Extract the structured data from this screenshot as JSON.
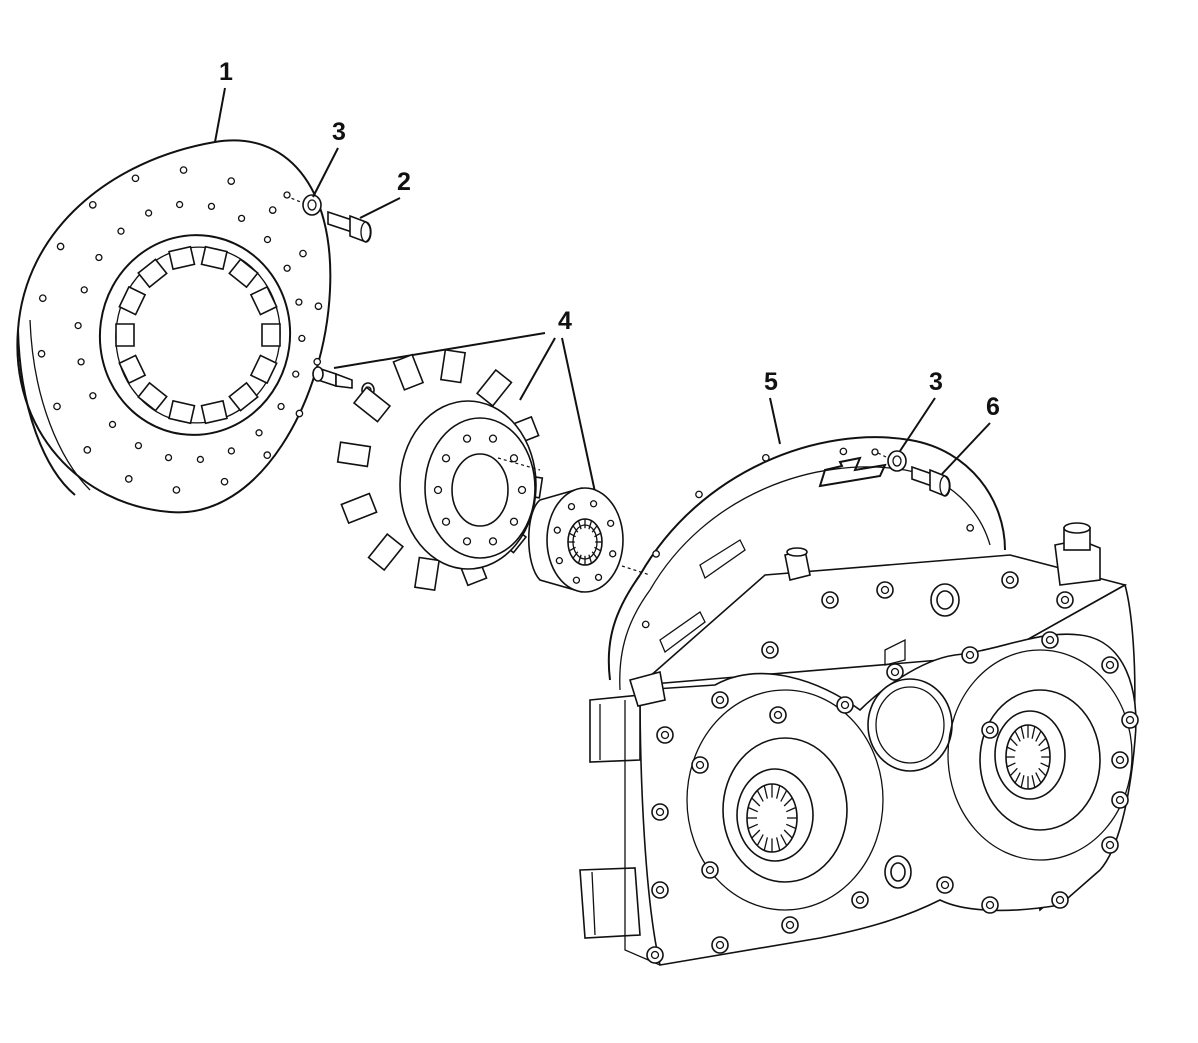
{
  "callouts": [
    {
      "id": "c1",
      "label": "1"
    },
    {
      "id": "c2",
      "label": "2"
    },
    {
      "id": "c3a",
      "label": "3"
    },
    {
      "id": "c4",
      "label": "4"
    },
    {
      "id": "c5",
      "label": "5"
    },
    {
      "id": "c3b",
      "label": "3"
    },
    {
      "id": "c6",
      "label": "6"
    }
  ],
  "colors": {
    "line": "#111111",
    "background": "#ffffff"
  }
}
